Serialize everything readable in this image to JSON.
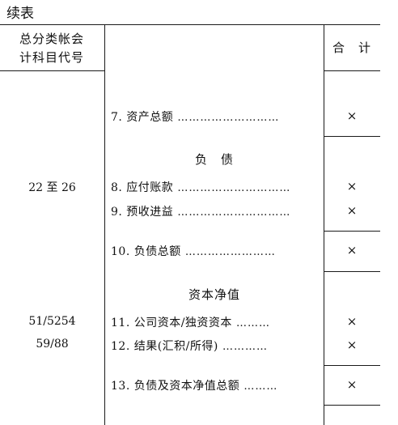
{
  "caption": "续表",
  "header": {
    "code_line1": "总分类帐会",
    "code_line2": "计科目代号",
    "total": "合　计"
  },
  "sections": {
    "liabilities": "负　债",
    "net_worth": "资本净值"
  },
  "codes": {
    "liabilities": "22 至 26",
    "capital": "51/5254",
    "result": "59/88"
  },
  "rows": [
    {
      "label": "7. 资产总额",
      "leader": "………………………",
      "mark": "×"
    },
    {
      "label": "8. 应付账款",
      "leader": "…………………………",
      "mark": "×"
    },
    {
      "label": "9. 预收进益",
      "leader": "…………………………",
      "mark": "×"
    },
    {
      "label": "10. 负债总额",
      "leader": "……………………",
      "mark": "×"
    },
    {
      "label": "11. 公司资本/独资资本",
      "leader": "………",
      "mark": "×"
    },
    {
      "label": "12. 结果(汇积/所得)",
      "leader": "…………",
      "mark": "×"
    },
    {
      "label": "13. 负债及资本净值总额",
      "leader": "………",
      "mark": "×"
    }
  ]
}
